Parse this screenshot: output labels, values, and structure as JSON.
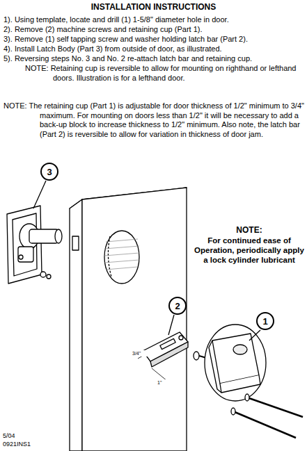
{
  "diagram": {
    "title": "INSTALLATION INSTRUCTIONS",
    "nodes": [
      {
        "text": [
          "3"
        ]
      },
      {
        "text": [
          "2"
        ]
      },
      {
        "text": [
          "1"
        ]
      }
    ],
    "labels": [
      "1). Using template, locate and drill (1) 1-5/8\" diameter hole in door.",
      "2). Remove (2) machine screws and retaining cup (Part 1).",
      "3). Remove (1) self tapping screw and washer holding latch bar (Part 2).",
      "4). Install Latch Body (Part 3) from outside of door, as illustrated.",
      "5). Reversing steps No. 3 and No. 2 re-attach latch bar and retaining cup.",
      "NOTE: Retaining cup is reversible to allow for mounting on righthand or lefthand doors. Illustration is for a lefthand door.",
      "NOTE: The retaining cup (Part 1) is adjustable for door thickness of 1/2\" minimum to 3/4\" maximum. For mounting on doors less than 1/2\" it will be necessary to add a back-up block to increase thickness to 1/2\" minimum. Also note, the latch bar (Part 2) is reversible to allow for variation in thickness of door jam.",
      "NOTE:",
      "For continued ease of Operation, periodically apply a lock cylinder lubricant",
      "3/4\"",
      "1\"",
      "5/04",
      "0921INS1"
    ]
  }
}
